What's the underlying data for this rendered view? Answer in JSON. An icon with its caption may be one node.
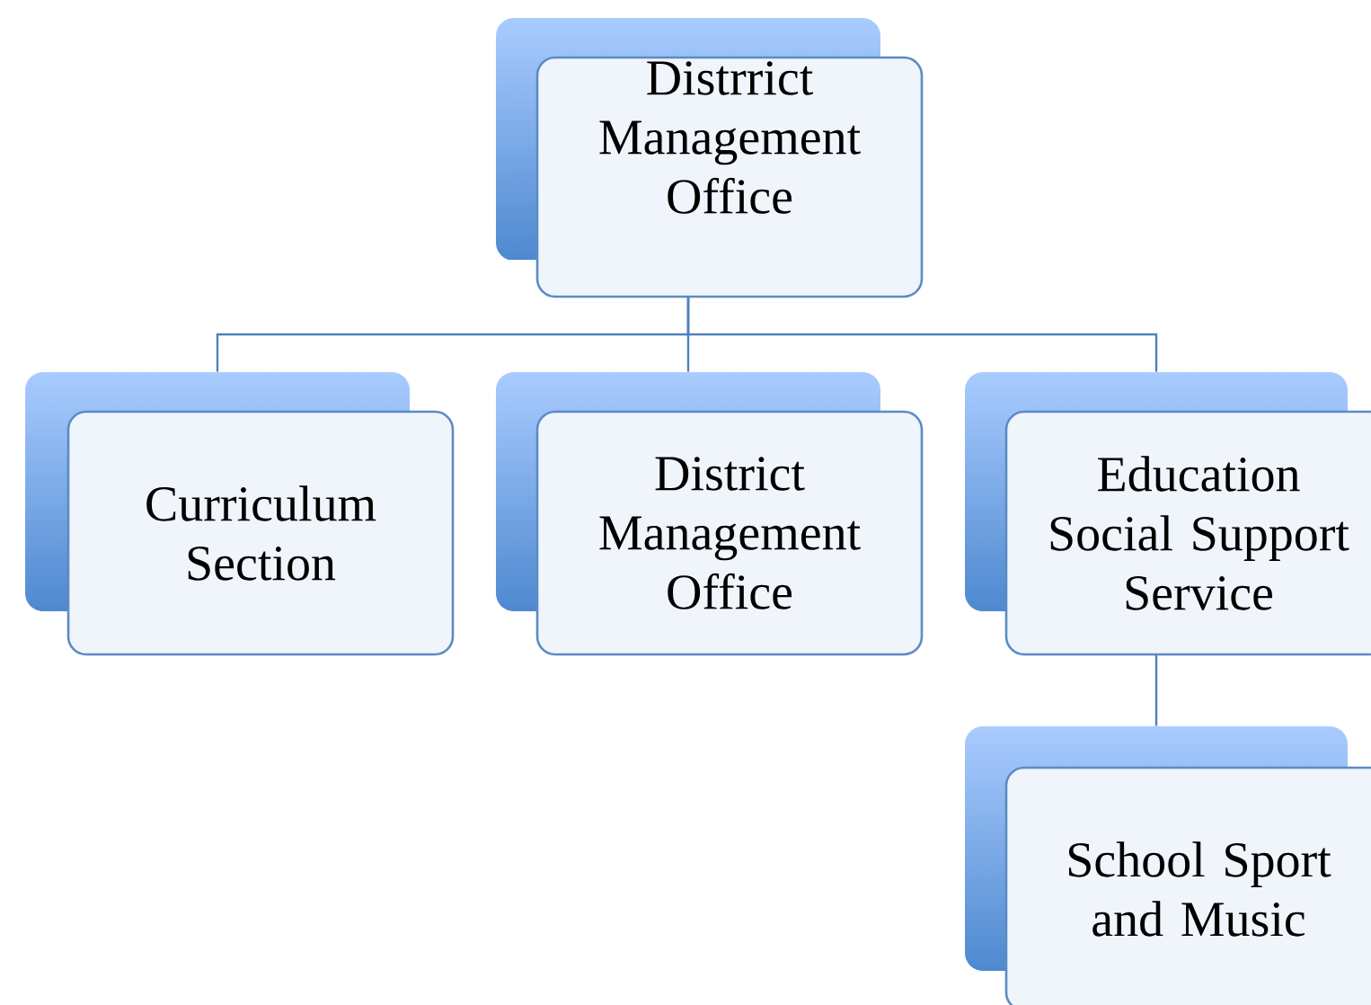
{
  "diagram": {
    "nodes": [
      {
        "text": [
          "Distrrict Management Office"
        ]
      },
      {
        "text": [
          "Curriculum Section"
        ]
      },
      {
        "text": [
          "District Management Office"
        ]
      },
      {
        "text": [
          "Education Social Support Service"
        ]
      },
      {
        "text": [
          "School Sport and Music"
        ]
      }
    ],
    "edges": [
      {
        "from": 0,
        "to": 1,
        "arrow": "none"
      },
      {
        "from": 0,
        "to": 2,
        "arrow": "none"
      },
      {
        "from": 0,
        "to": 3,
        "arrow": "none"
      },
      {
        "from": 3,
        "to": 4,
        "arrow": "none"
      }
    ]
  }
}
